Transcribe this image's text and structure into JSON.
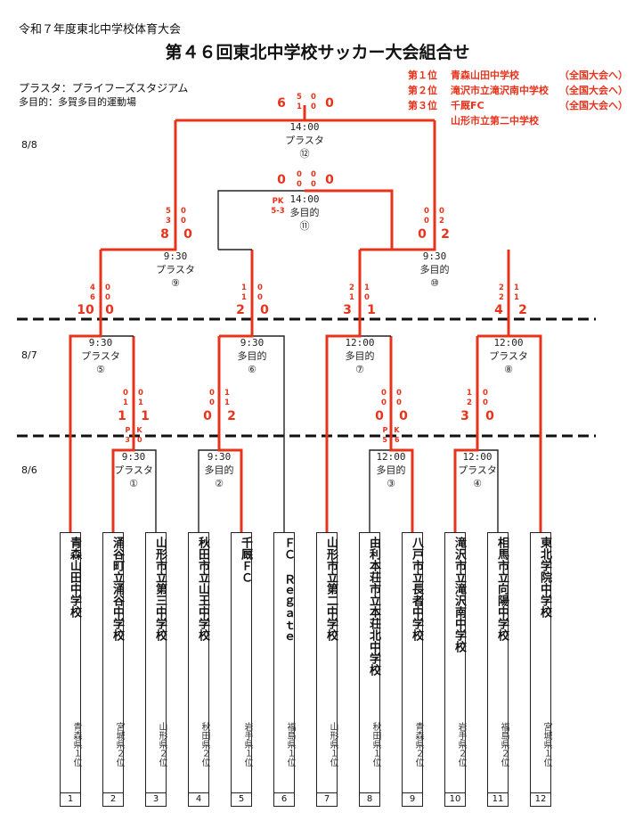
{
  "header": {
    "subtitle": "令和７年度東北中学校体育大会",
    "title": "第４６回東北中学校サッカー大会組合せ",
    "venue1": "プラスタ：プライフーズスタジアム",
    "venue2": "多目的：多賀多目的運動場"
  },
  "results": [
    {
      "rank": "第１位",
      "team": "青森山田中学校",
      "note": "（全国大会へ）"
    },
    {
      "rank": "第２位",
      "team": "滝沢市立滝沢南中学校",
      "note": "（全国大会へ）"
    },
    {
      "rank": "第３位",
      "team": "千厩FC",
      "note": "（全国大会へ）"
    },
    {
      "rank": "",
      "team": "山形市立第二中学校",
      "note": ""
    }
  ],
  "dates": {
    "d8": "8/8",
    "d7": "8/7",
    "d6": "8/6"
  },
  "teams": [
    {
      "no": "1",
      "name": "青森山田中学校",
      "pref": "青森県１位"
    },
    {
      "no": "2",
      "name": "涌谷町立涌谷中学校",
      "pref": "宮城県２位"
    },
    {
      "no": "3",
      "name": "山形市立第三中学校",
      "pref": "山形県２位"
    },
    {
      "no": "4",
      "name": "秋田市立山王中学校",
      "pref": "秋田県２位"
    },
    {
      "no": "5",
      "name": "千厩ＦＣ",
      "pref": "岩手県１位"
    },
    {
      "no": "6",
      "name": "ＦＣ Ｒｅｇａｔｅ",
      "pref": "福島県１位"
    },
    {
      "no": "7",
      "name": "山形市立第二中学校",
      "pref": "山形県１位"
    },
    {
      "no": "8",
      "name": "由利本荘市立本荘北中学校",
      "pref": "秋田県１位"
    },
    {
      "no": "9",
      "name": "八戸市立長者中学校",
      "pref": "青森県２位"
    },
    {
      "no": "10",
      "name": "滝沢市立滝沢南中学校",
      "pref": "岩手県２位"
    },
    {
      "no": "11",
      "name": "相馬市立向陽中学校",
      "pref": "福島県２位"
    },
    {
      "no": "12",
      "name": "東北学院中学校",
      "pref": "宮城県１位"
    }
  ],
  "matches": {
    "m1": {
      "time": "9:30",
      "place": "プラスタ",
      "num": "①"
    },
    "m2": {
      "time": "9:30",
      "place": "多目的",
      "num": "②"
    },
    "m3": {
      "time": "12:00",
      "place": "多目的",
      "num": "③"
    },
    "m4": {
      "time": "12:00",
      "place": "プラスタ",
      "num": "④"
    },
    "m5": {
      "time": "9:30",
      "place": "プラスタ",
      "num": "⑤"
    },
    "m6": {
      "time": "9:30",
      "place": "多目的",
      "num": "⑥"
    },
    "m7": {
      "time": "12:00",
      "place": "多目的",
      "num": "⑦"
    },
    "m8": {
      "time": "12:00",
      "place": "プラスタ",
      "num": "⑧"
    },
    "m9": {
      "time": "9:30",
      "place": "プラスタ",
      "num": "⑨"
    },
    "m10": {
      "time": "9:30",
      "place": "多目的",
      "num": "⑩"
    },
    "m11": {
      "time": "14:00",
      "place": "多目的",
      "num": "⑪"
    },
    "m12": {
      "time": "14:00",
      "place": "プラスタ",
      "num": "⑫"
    }
  },
  "scores": {
    "m1": {
      "lh1": "0",
      "lh2": "1",
      "lt": "1",
      "rh1": "0",
      "rh2": "1",
      "rt": "1",
      "pk_label": "PK",
      "pk_l": "3",
      "pk_r": "0"
    },
    "m2": {
      "lh1": "0",
      "lh2": "0",
      "lt": "0",
      "rh1": "1",
      "rh2": "1",
      "rt": "2"
    },
    "m3": {
      "lh1": "0",
      "lh2": "0",
      "lt": "0",
      "rh1": "0",
      "rh2": "0",
      "rt": "0",
      "pk_label": "PK",
      "pk_l": "5",
      "pk_r": "6"
    },
    "m4": {
      "lh1": "1",
      "lh2": "2",
      "lt": "3",
      "rh1": "0",
      "rh2": "0",
      "rt": "0"
    },
    "m9": {
      "lh1": "4",
      "lh2": "6",
      "lt": "10",
      "rh1": "0",
      "rh2": "0",
      "rt": "0"
    },
    "m6": {
      "lh1": "1",
      "lh2": "1",
      "lt": "2",
      "rh1": "0",
      "rh2": "0",
      "rt": "0"
    },
    "m7": {
      "lh1": "2",
      "lh2": "1",
      "lt": "3",
      "rh1": "1",
      "rh2": "0",
      "rt": "1"
    },
    "m10": {
      "lh1": "2",
      "lh2": "2",
      "lt": "4",
      "rh1": "1",
      "rh2": "1",
      "rt": "2"
    },
    "m11": {
      "lh1": "5",
      "lh2": "3",
      "lt": "8",
      "rh1": "0",
      "rh2": "0",
      "rt": "0"
    },
    "m12": {
      "lh1": "0",
      "lh2": "0",
      "lt": "0",
      "rh1": "0",
      "rh2": "2",
      "rt": "2"
    },
    "m11b": {
      "lt": "0",
      "h1": "0",
      "h2": "0",
      "rt": "0",
      "pk_label": "PK",
      "pk": "5-3"
    },
    "final": {
      "lt": "6",
      "h1": "5",
      "h2": "1",
      "rt": "0"
    }
  },
  "colors": {
    "winner": "#e8331c",
    "line": "#222222"
  }
}
